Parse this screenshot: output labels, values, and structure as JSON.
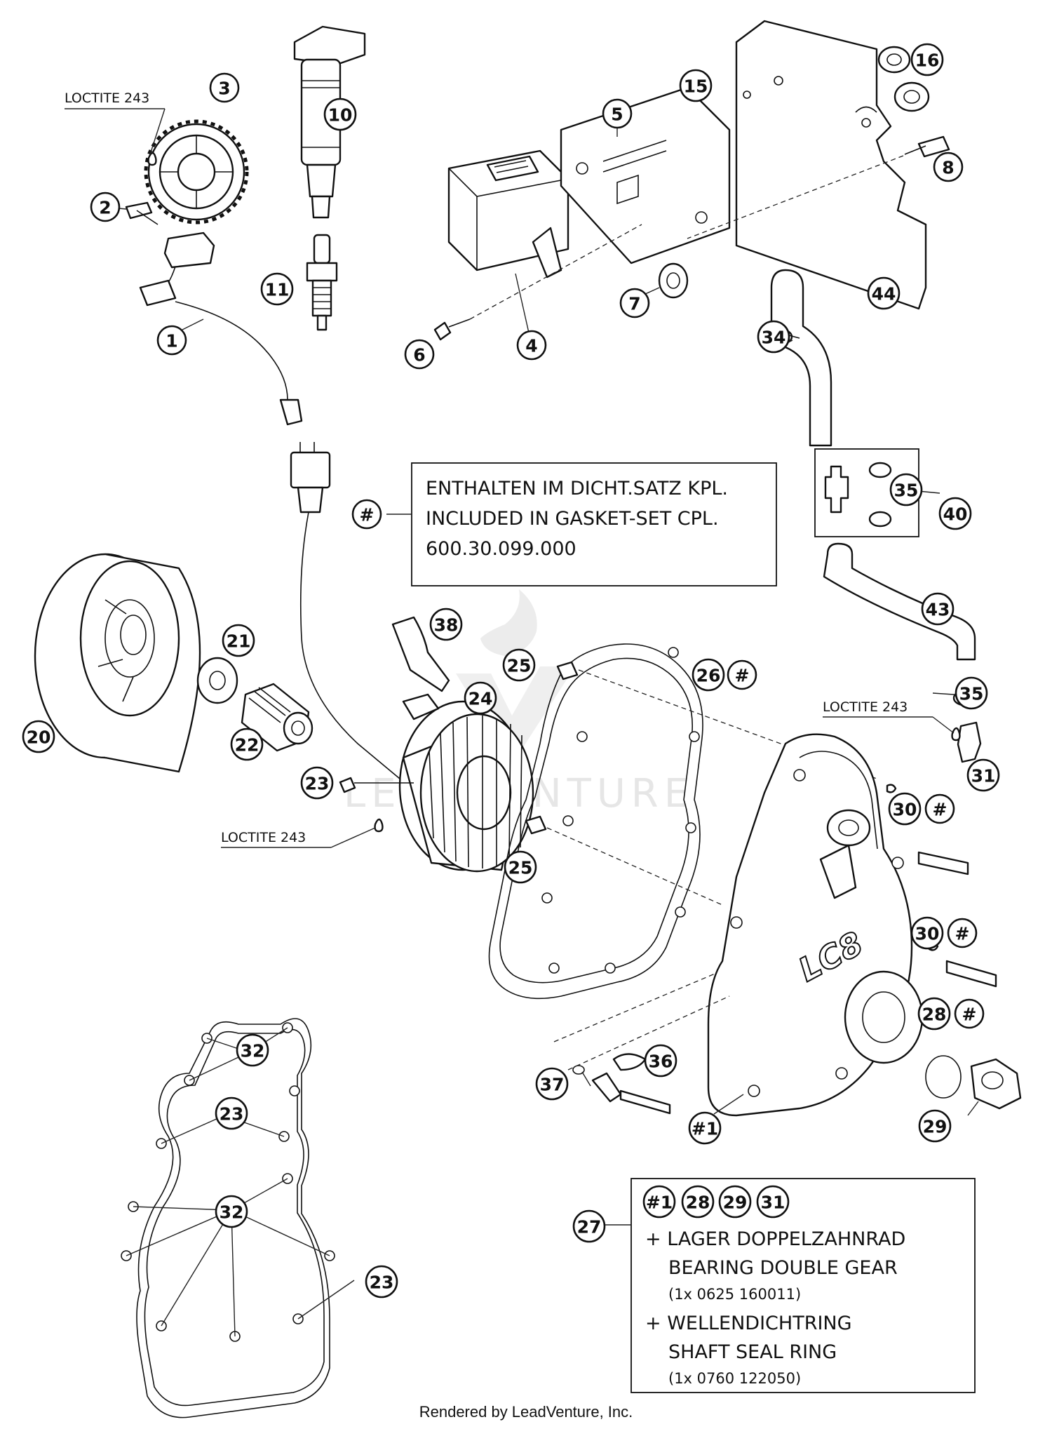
{
  "callouts": [
    {
      "label": "1"
    },
    {
      "label": "2"
    },
    {
      "label": "3"
    },
    {
      "label": "4"
    },
    {
      "label": "5"
    },
    {
      "label": "6"
    },
    {
      "label": "7"
    },
    {
      "label": "8"
    },
    {
      "label": "10"
    },
    {
      "label": "11"
    },
    {
      "label": "15"
    },
    {
      "label": "16"
    },
    {
      "label": "20"
    },
    {
      "label": "21"
    },
    {
      "label": "22"
    },
    {
      "label": "23"
    },
    {
      "label": "24"
    },
    {
      "label": "25"
    },
    {
      "label": "25"
    },
    {
      "label": "26"
    },
    {
      "label": "#"
    },
    {
      "label": "27"
    },
    {
      "label": "28"
    },
    {
      "label": "#"
    },
    {
      "label": "29"
    },
    {
      "label": "30"
    },
    {
      "label": "#"
    },
    {
      "label": "30"
    },
    {
      "label": "#"
    },
    {
      "label": "31"
    },
    {
      "label": "32"
    },
    {
      "label": "23"
    },
    {
      "label": "32"
    },
    {
      "label": "23"
    },
    {
      "label": "34"
    },
    {
      "label": "35"
    },
    {
      "label": "35"
    },
    {
      "label": "36"
    },
    {
      "label": "37"
    },
    {
      "label": "38"
    },
    {
      "label": "40"
    },
    {
      "label": "43"
    },
    {
      "label": "44"
    },
    {
      "label": "#1"
    },
    {
      "label": "#"
    },
    {
      "label": "#1"
    },
    {
      "label": "28"
    },
    {
      "label": "29"
    },
    {
      "label": "31"
    }
  ],
  "loctite": [
    {
      "text": "LOCTITE 243"
    },
    {
      "text": "LOCTITE 243"
    },
    {
      "text": "LOCTITE 243"
    }
  ],
  "gasket_note": {
    "line1": "ENTHALTEN IM DICHT.SATZ KPL.",
    "line2": "INCLUDED IN GASKET-SET CPL.",
    "line3": "600.30.099.000"
  },
  "kit_note": {
    "line1": "+ LAGER DOPPELZAHNRAD",
    "line2": "BEARING DOUBLE GEAR",
    "line3": "(1x 0625 160011)",
    "line4": "+ WELLENDICHTRING",
    "line5": "SHAFT SEAL RING",
    "line6": "(1x 0760 122050)"
  },
  "cover_logo": "LC8",
  "watermark": "LEADVENTURE",
  "footer": "Rendered by LeadVenture, Inc."
}
